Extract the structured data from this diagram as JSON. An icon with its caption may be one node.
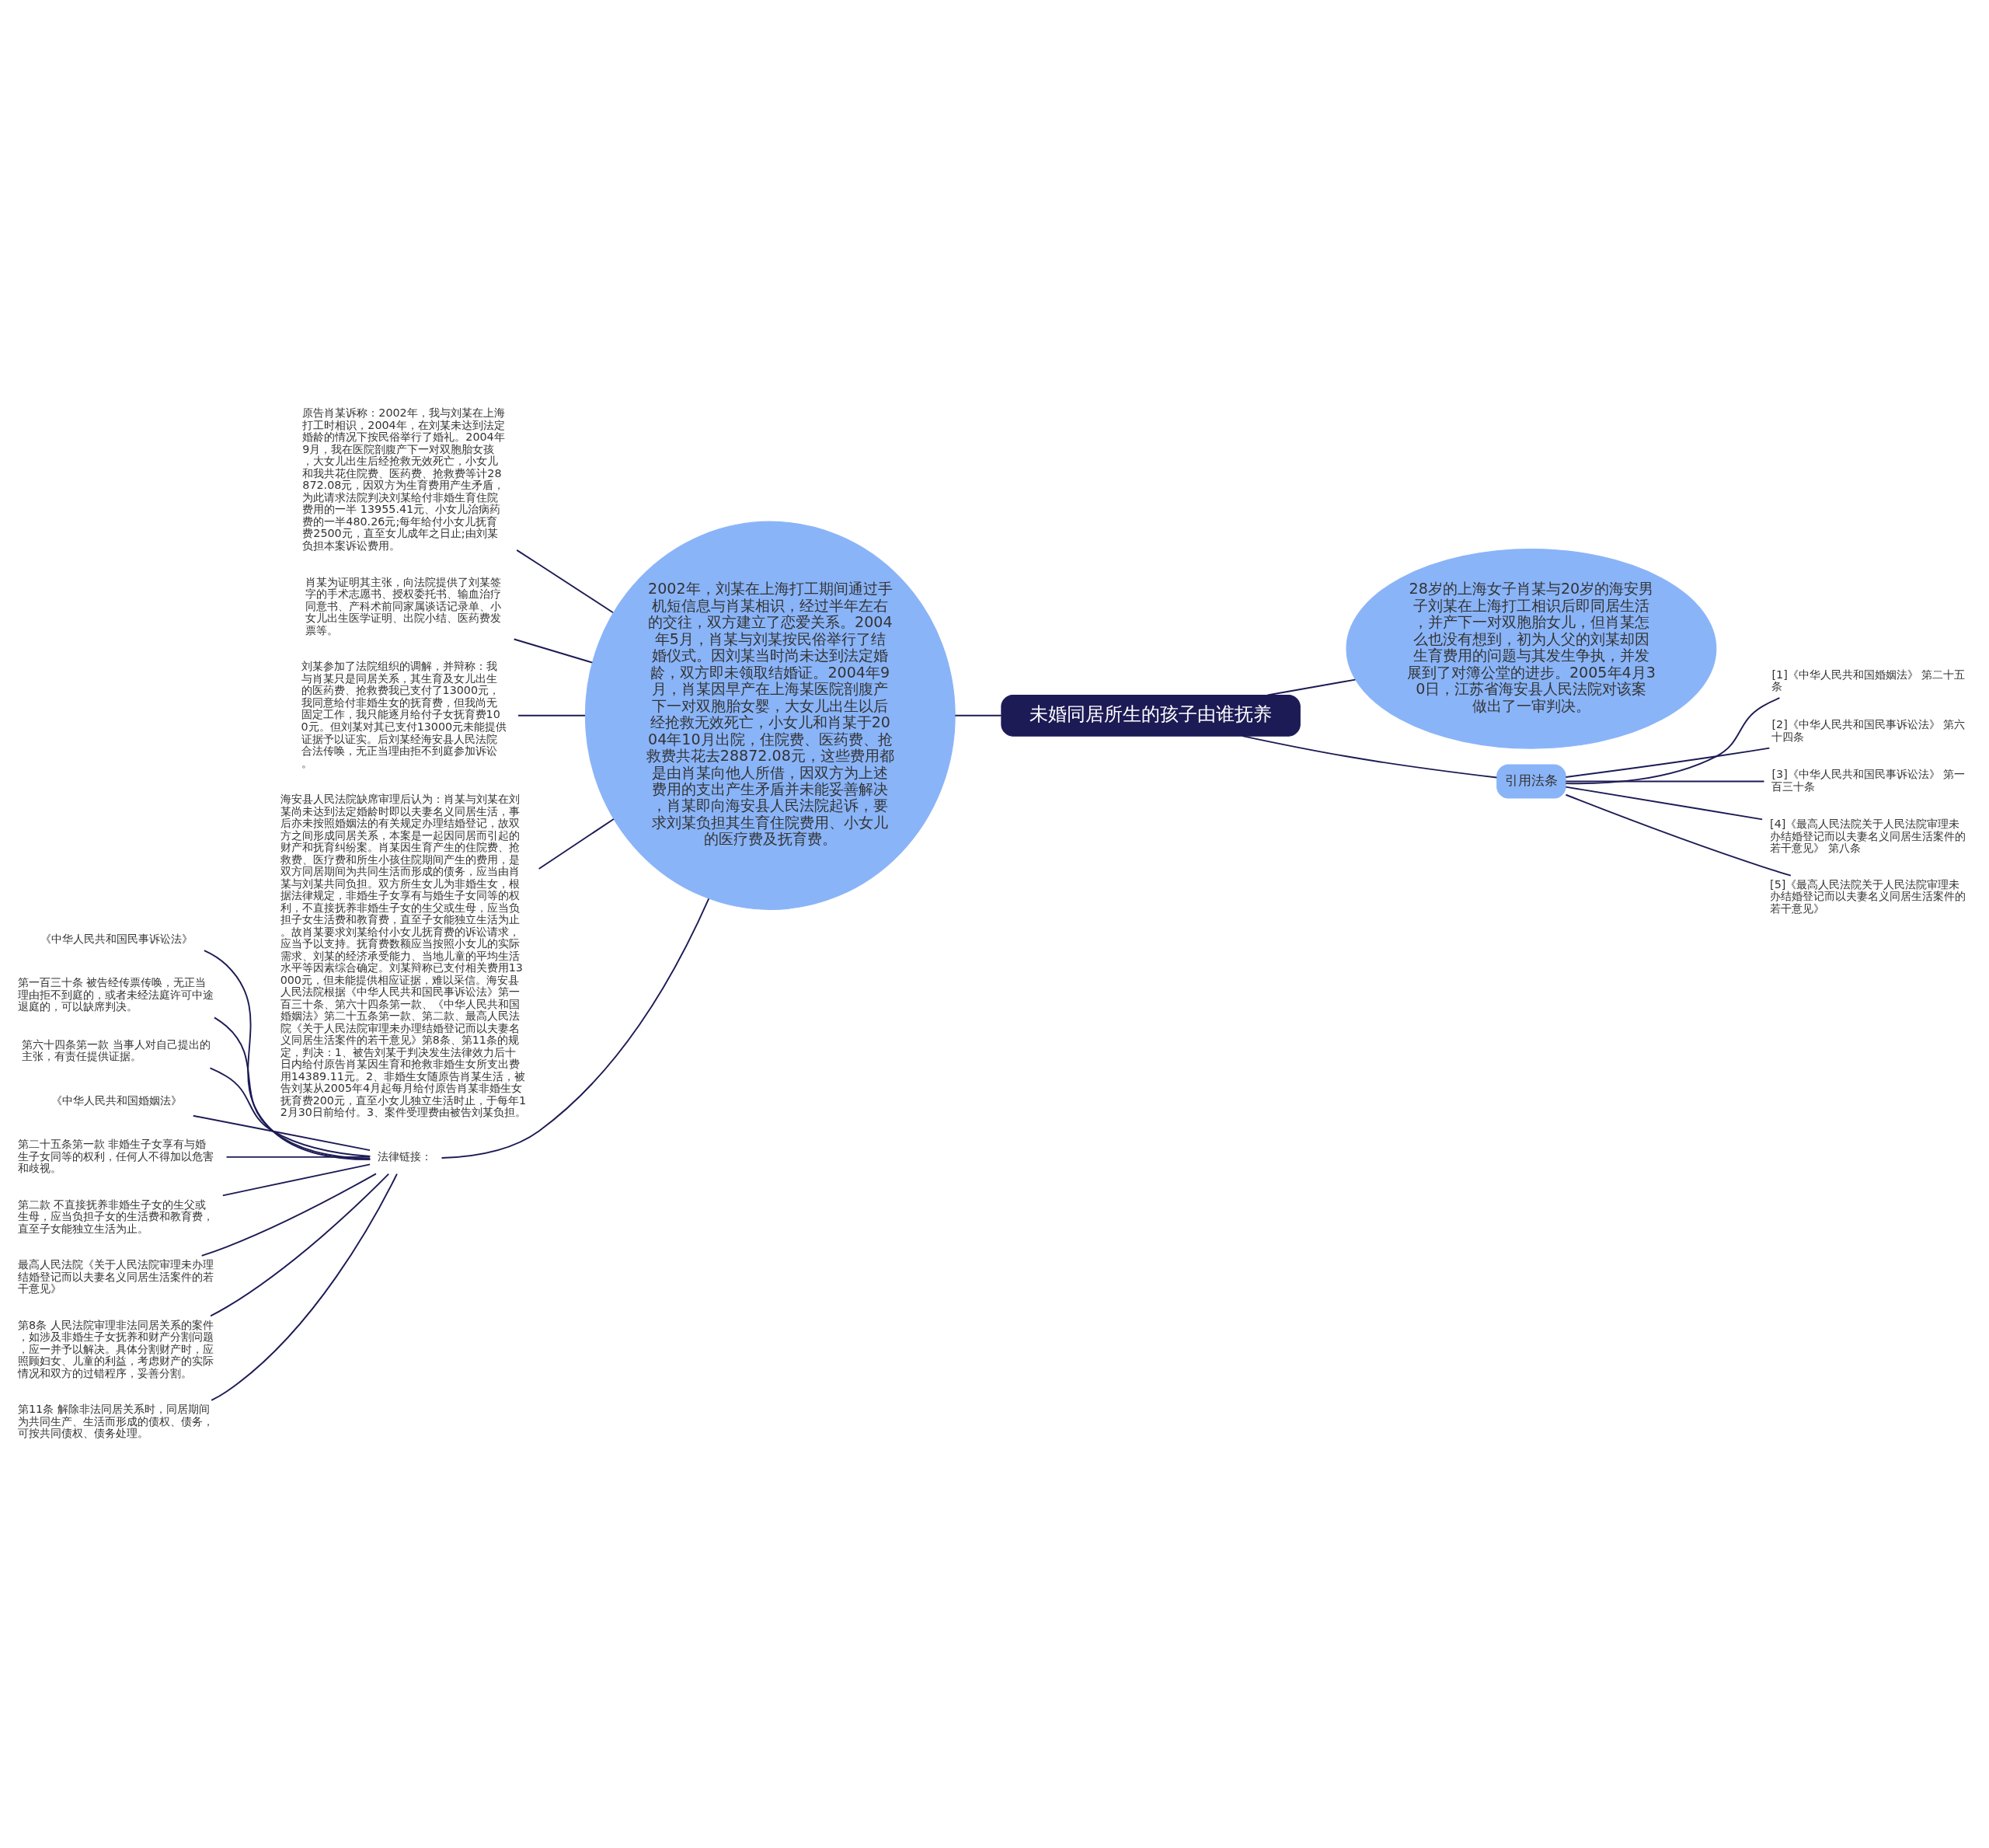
{
  "diagram": {
    "nodes": [
      {
        "text": [
          "未婚同居所生的孩子由谁抚养"
        ]
      },
      {
        "text": [
          "2002年，刘某在上海打工期间通过手机短信息与肖某相识，经过半年左右的交往，双方建立了恋爱关系。2004年5月，肖某与刘某按民俗举行了结婚仪式。因刘某当时尚未达到法定婚龄，双方即未领取结婚证。2004年9月，肖某因早产在上海某医院剖腹产下一对双胞胎女婴，大女儿出生以后经抢救无效死亡，小女儿和肖某于2004年10月出院，住院费、医药费、抢救费共花去28872.08元，这些费用都是由肖某向他人所借，因双方为上述费用的支出产生矛盾并未能妥善解决，肖某即向海安县人民法院起诉，要求刘某负担其生育住院费用、小女儿的医疗费及抚育费。"
        ]
      },
      {
        "text": [
          "原告肖某诉称：2002年，我与刘某在上海打工时相识，2004年，在刘某未达到法定婚龄的情况下按民俗举行了婚礼。2004年9月，我在医院剖腹产下一对双胞胎女孩，大女儿出生后经抢救无效死亡，小女儿和我共花住院费、医药费、抢救费等计28872.08元，因双方为生育费用产生矛盾，为此请求法院判决刘某给付非婚生育住院费用的一半 13955.41元、小女儿治病药费的一半480.26元;每年给付小女儿抚育费2500元，直至女儿成年之日止;由刘某负担本案诉讼费用。"
        ]
      },
      {
        "text": [
          "肖某为证明其主张，向法院提供了刘某签字的手术志愿书、授权委托书、输血治疗同意书、产科术前同家属谈话记录单、小女儿出生医学证明、出院小结、医药费发票等。"
        ]
      },
      {
        "text": [
          "刘某参加了法院组织的调解，并辩称：我与肖某只是同居关系，其生育及女儿出生的医药费、抢救费我已支付了13000元，我同意给付非婚生女的抚育费，但我尚无固定工作，我只能逐月给付子女抚育费100元。但刘某对其已支付13000元未能提供证据予以证实。后刘某经海安县人民法院合法传唤，无正当理由拒不到庭参加诉讼。"
        ]
      },
      {
        "text": [
          "海安县人民法院缺席审理后认为：肖某与刘某在刘某尚未达到法定婚龄时即以夫妻名义同居生活，事后亦未按照婚姻法的有关规定办理结婚登记，故双方之间形成同居关系，本案是一起因同居而引起的财产和抚育纠纷案。肖某因生育产生的住院费、抢救费、医疗费和所生小孩住院期间产生的费用，是双方同居期间为共同生活而形成的债务，应当由肖某与刘某共同负担。双方所生女儿为非婚生女，根据法律规定，非婚生子女享有与婚生子女同等的权利，不直接抚养非婚生子女的生父或生母，应当负担子女生活费和教育费，直至子女能独立生活为止。故肖某要求刘某给付小女儿抚育费的诉讼请求，应当予以支持。抚育费数额应当按照小女儿的实际需求、刘某的经济承受能力、当地儿童的平均生活水平等因素综合确定。刘某辩称已支付相关费用13000元，但未能提供相应证据，难以采信。海安县人民法院根据《中华人民共和国民事诉讼法》第一百三十条、第六十四条第一款、《中华人民共和国婚姻法》第二十五条第一款、第二款、最高人民法院《关于人民法院审理未办理结婚登记而以夫妻名义同居生活案件的若干意见》第8条、第11条的规定，判决：1、被告刘某于判决发生法律效力后十日内给付原告肖某因生育和抢救非婚生女所支出费用14389.11元。2、非婚生女随原告肖某生活，被告刘某从2005年4月起每月给付原告肖某非婚生女抚育费200元，直至小女儿独立生活时止，于每年12月30日前给付。3、案件受理费由被告刘某负担。"
        ]
      },
      {
        "text": [
          "法律链接："
        ]
      },
      {
        "text": [
          "《中华人民共和国民事诉讼法》"
        ]
      },
      {
        "text": [
          "第一百三十条 被告经传票传唤，无正当理由拒不到庭的，或者未经法庭许可中途退庭的，可以缺席判决。"
        ]
      },
      {
        "text": [
          "第六十四条第一款 当事人对自己提出的主张，有责任提供证据。"
        ]
      },
      {
        "text": [
          "《中华人民共和国婚姻法》"
        ]
      },
      {
        "text": [
          "第二十五条第一款 非婚生子女享有与婚生子女同等的权利，任何人不得加以危害和歧视。"
        ]
      },
      {
        "text": [
          "第二款 不直接抚养非婚生子女的生父或生母，应当负担子女的生活费和教育费，直至子女能独立生活为止。"
        ]
      },
      {
        "text": [
          "最高人民法院《关于人民法院审理未办理结婚登记而以夫妻名义同居生活案件的若干意见》"
        ]
      },
      {
        "text": [
          "第8条 人民法院审理非法同居关系的案件，如涉及非婚生子女抚养和财产分割问题，应一并予以解决。具体分割财产时，应照顾妇女、儿童的利益，考虑财产的实际情况和双方的过错程序，妥善分割。"
        ]
      },
      {
        "text": [
          "第11条 解除非法同居关系时，同居期间为共同生产、生活而形成的债权、债务，可按共同债权、债务处理。"
        ]
      },
      {
        "text": [
          "28岁的上海女子肖某与20岁的海安男子刘某在上海打工相识后即同居生活，并产下一对双胞胎女儿，但肖某怎么也没有想到，初为人父的刘某却因生育费用的问题与其发生争执，并发展到了对簿公堂的进步。2005年4月30日，江苏省海安县人民法院对该案做出了一审判决。"
        ]
      },
      {
        "text": [
          "引用法条"
        ]
      },
      {
        "text": [
          "[1]《中华人民共和国婚姻法》 第二十五条"
        ]
      },
      {
        "text": [
          "[2]《中华人民共和国民事诉讼法》 第六十四条"
        ]
      },
      {
        "text": [
          "[3]《中华人民共和国民事诉讼法》 第一百三十条"
        ]
      },
      {
        "text": [
          "[4]《最高人民法院关于人民法院审理未办结婚登记而以夫妻名义同居生活案件的若干意见》 第八条"
        ]
      },
      {
        "text": [
          "[5]《最高人民法院关于人民法院审理未办结婚登记而以夫妻名义同居生活案件的若干意见》"
        ]
      }
    ],
    "edges": [
      {
        "from": 0,
        "to": 1,
        "arrow": "none"
      },
      {
        "from": 1,
        "to": 2,
        "arrow": "none"
      },
      {
        "from": 1,
        "to": 3,
        "arrow": "none"
      },
      {
        "from": 1,
        "to": 4,
        "arrow": "none"
      },
      {
        "from": 1,
        "to": 5,
        "arrow": "none"
      },
      {
        "from": 1,
        "to": 6,
        "arrow": "none"
      },
      {
        "from": 6,
        "to": 7,
        "arrow": "none"
      },
      {
        "from": 6,
        "to": 8,
        "arrow": "none"
      },
      {
        "from": 6,
        "to": 9,
        "arrow": "none"
      },
      {
        "from": 6,
        "to": 10,
        "arrow": "none"
      },
      {
        "from": 6,
        "to": 11,
        "arrow": "none"
      },
      {
        "from": 6,
        "to": 12,
        "arrow": "none"
      },
      {
        "from": 6,
        "to": 13,
        "arrow": "none"
      },
      {
        "from": 6,
        "to": 14,
        "arrow": "none"
      },
      {
        "from": 6,
        "to": 15,
        "arrow": "none"
      },
      {
        "from": 0,
        "to": 16,
        "arrow": "none"
      },
      {
        "from": 0,
        "to": 17,
        "arrow": "none"
      },
      {
        "from": 17,
        "to": 18,
        "arrow": "none"
      },
      {
        "from": 17,
        "to": 19,
        "arrow": "none"
      },
      {
        "from": 17,
        "to": 20,
        "arrow": "none"
      },
      {
        "from": 17,
        "to": 21,
        "arrow": "none"
      },
      {
        "from": 17,
        "to": 22,
        "arrow": "none"
      }
    ]
  }
}
